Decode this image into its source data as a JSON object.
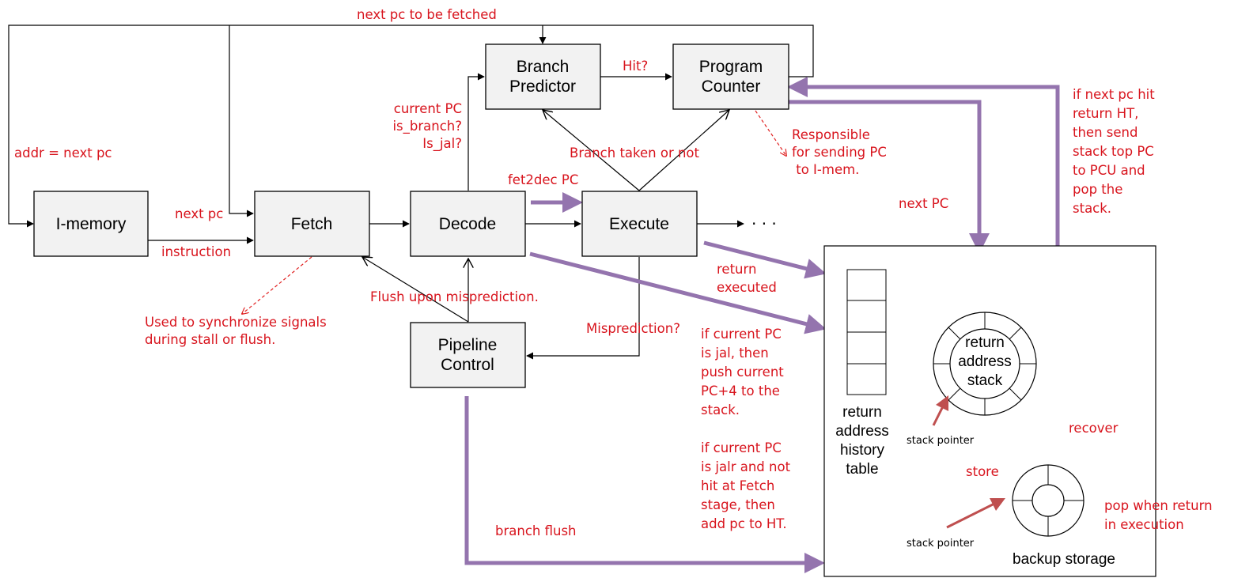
{
  "blocks": {
    "imemory": "I-memory",
    "fetch": "Fetch",
    "decode": "Decode",
    "execute": "Execute",
    "branch_predictor": [
      "Branch",
      "Predictor"
    ],
    "program_counter": [
      "Program",
      "Counter"
    ],
    "pipeline_control": [
      "Pipeline",
      "Control"
    ],
    "ellipsis": "· · ·"
  },
  "labels": {
    "next_pc_to_be_fetched": "next pc to be fetched",
    "addr_next_pc": "addr = next pc",
    "next_pc": "next pc",
    "instruction": "instruction",
    "used_to_sync": [
      "Used to synchronize signals",
      "during stall or flush."
    ],
    "current_pc": [
      "current PC",
      "is_branch?",
      "Is_jal?"
    ],
    "hit": "Hit?",
    "branch_taken": "Branch taken or not",
    "fet2dec_pc": "fet2dec PC",
    "responsible": [
      "Responsible",
      "for sending PC",
      " to I-mem."
    ],
    "flush_upon": "Flush upon misprediction.",
    "misprediction": "Misprediction?",
    "return_executed": [
      "return",
      "executed"
    ],
    "if_jal": [
      "if current PC",
      "is jal, then",
      "push current",
      "PC+4 to the",
      "stack."
    ],
    "if_jalr": [
      "if current PC",
      "is jalr and not",
      "hit at Fetch",
      "stage, then",
      "add pc to HT."
    ],
    "branch_flush": "branch flush",
    "next_pc_upper": "next PC",
    "if_next_pc_hit": [
      "if next pc hit",
      "return HT,",
      "then send",
      "stack top PC",
      "to PCU and",
      "pop the",
      "stack."
    ],
    "recover": "recover",
    "store": "store",
    "pop_when_return": [
      "pop when return",
      "in execution"
    ]
  },
  "storage": {
    "history_table": [
      "return",
      "address",
      "history",
      "table"
    ],
    "ras": [
      "return",
      "address",
      "stack"
    ],
    "stack_pointer_1": "stack pointer",
    "stack_pointer_2": "stack pointer",
    "backup_storage": "backup storage"
  },
  "colors": {
    "label_red": "#d8141d",
    "purple_arrow": "#9474ae",
    "block_fill": "#f2f2f2",
    "pointer_arrow": "#bf4f4f"
  }
}
